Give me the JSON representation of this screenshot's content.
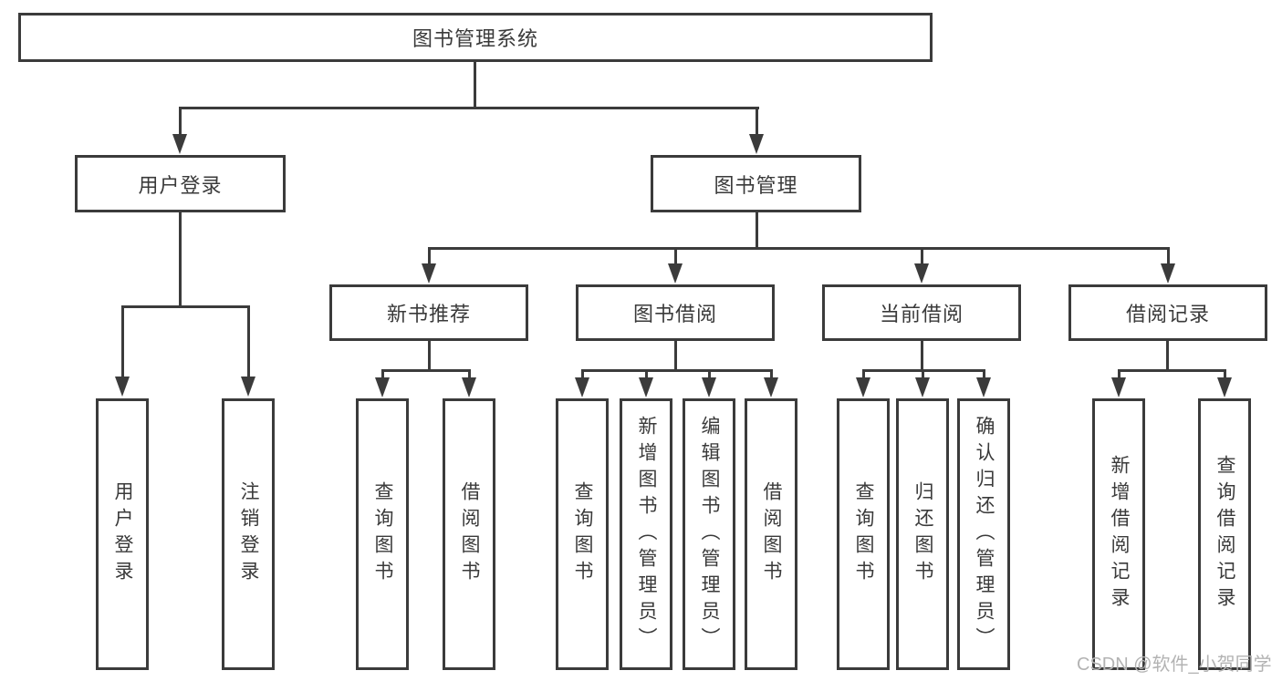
{
  "diagram": {
    "root": {
      "label": "图书管理系统"
    },
    "level2": [
      {
        "id": "user-login",
        "label": "用户登录"
      },
      {
        "id": "book-management",
        "label": "图书管理"
      }
    ],
    "level3": [
      {
        "id": "new-book-recommend",
        "label": "新书推荐"
      },
      {
        "id": "book-borrow",
        "label": "图书借阅"
      },
      {
        "id": "current-borrow",
        "label": "当前借阅"
      },
      {
        "id": "borrow-records",
        "label": "借阅记录"
      }
    ],
    "leaves": [
      {
        "id": "user-login",
        "parent": "用户登录",
        "label": "用户登录"
      },
      {
        "id": "logout",
        "parent": "用户登录",
        "label": "注销登录"
      },
      {
        "id": "query-books",
        "parent": "新书推荐",
        "label": "查询图书"
      },
      {
        "id": "borrow-books",
        "parent": "新书推荐",
        "label": "借阅图书"
      },
      {
        "id": "query-books",
        "parent": "图书借阅",
        "label": "查询图书"
      },
      {
        "id": "add-books-admin",
        "parent": "图书借阅",
        "label": "新增图书（管理员）"
      },
      {
        "id": "edit-books-admin",
        "parent": "图书借阅",
        "label": "编辑图书（管理员）"
      },
      {
        "id": "borrow-books",
        "parent": "图书借阅",
        "label": "借阅图书"
      },
      {
        "id": "query-books",
        "parent": "当前借阅",
        "label": "查询图书"
      },
      {
        "id": "return-books",
        "parent": "当前借阅",
        "label": "归还图书"
      },
      {
        "id": "confirm-return-admin",
        "parent": "当前借阅",
        "label": "确认归还（管理员）"
      },
      {
        "id": "add-borrow-record",
        "parent": "借阅记录",
        "label": "新增借阅记录"
      },
      {
        "id": "query-borrow-record",
        "parent": "借阅记录",
        "label": "查询借阅记录"
      }
    ],
    "watermark": "CSDN @软件_小贺同学"
  },
  "colors": {
    "line": "#3b3b3b",
    "box_border": "#3b3b3b",
    "text": "#3a3a3a",
    "watermark": "#b3b3b3",
    "background": "#ffffff"
  }
}
